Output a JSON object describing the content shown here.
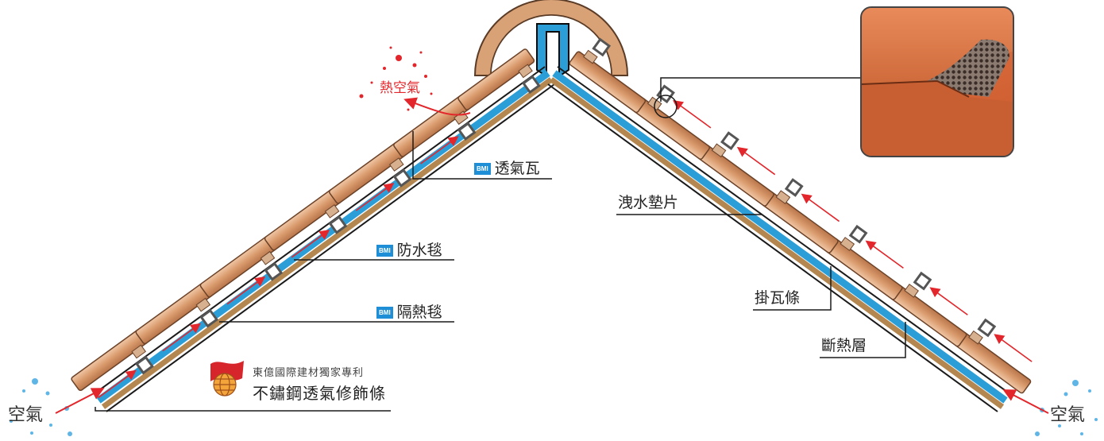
{
  "labels": {
    "hot_air": "熱空氣",
    "breathable_tile": "透氣瓦",
    "waterproof_felt": "防水毯",
    "insulation_felt": "隔熱毯",
    "company": "東億國際建材獨家專利",
    "trim_strip": "不鏽鋼透氣修飾條",
    "air_left": "空氣",
    "air_right": "空氣",
    "flashing_washer": "洩水墊片",
    "batten": "掛瓦條",
    "insulation_layer": "斷熱層"
  },
  "badge": "BMI",
  "icons": {
    "brand_badge": "bmi-badge-icon",
    "company_logo": "dongyi-globe-flag-logo",
    "inset_detail": "vent-mesh-detail-icon"
  },
  "colors": {
    "membrane": "#2b9ed8",
    "tile": "#d89b6e",
    "airflow_arrow": "#e2262b",
    "air_dots": "#5fb6e6",
    "insulation": "#b3874f"
  }
}
